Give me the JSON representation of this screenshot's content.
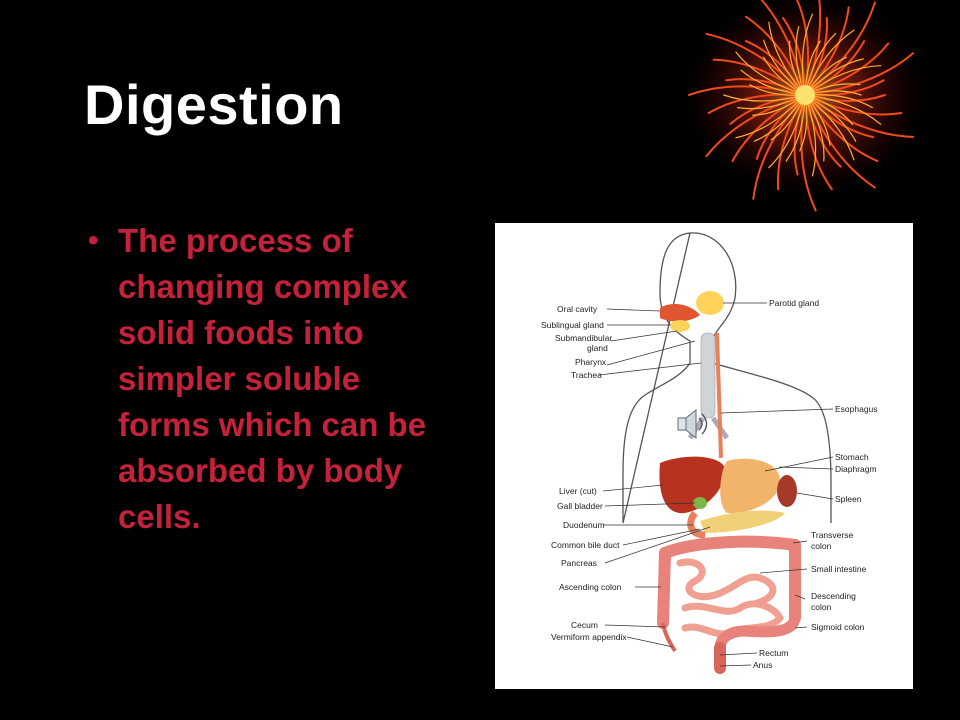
{
  "slide": {
    "title": "Digestion",
    "bullet": "The process of changing complex solid foods into simpler soluble forms which can be absorbed by body cells.",
    "colors": {
      "background": "#000000",
      "title": "#ffffff",
      "bullet": "#c4223a",
      "firework": "#e8381c"
    }
  },
  "figure": {
    "left_labels": [
      "Oral cavity",
      "Sublingual gland",
      "Submandibular",
      "gland",
      "Pharynx",
      "Trachea",
      "Liver (cut)",
      "Gall bladder",
      "Duodenum",
      "Common bile duct",
      "Pancreas",
      "Ascending colon",
      "Cecum",
      "Vermiform appendix"
    ],
    "right_labels": [
      "Parotid gland",
      "Esophagus",
      "Stomach",
      "Diaphragm",
      "Spleen",
      "Transverse",
      "colon",
      "Small intestine",
      "Descending",
      "colon",
      "Sigmoid colon",
      "Rectum",
      "Anus"
    ]
  },
  "icons": {
    "decoration": "firework-icon",
    "audio": "speaker-icon"
  }
}
